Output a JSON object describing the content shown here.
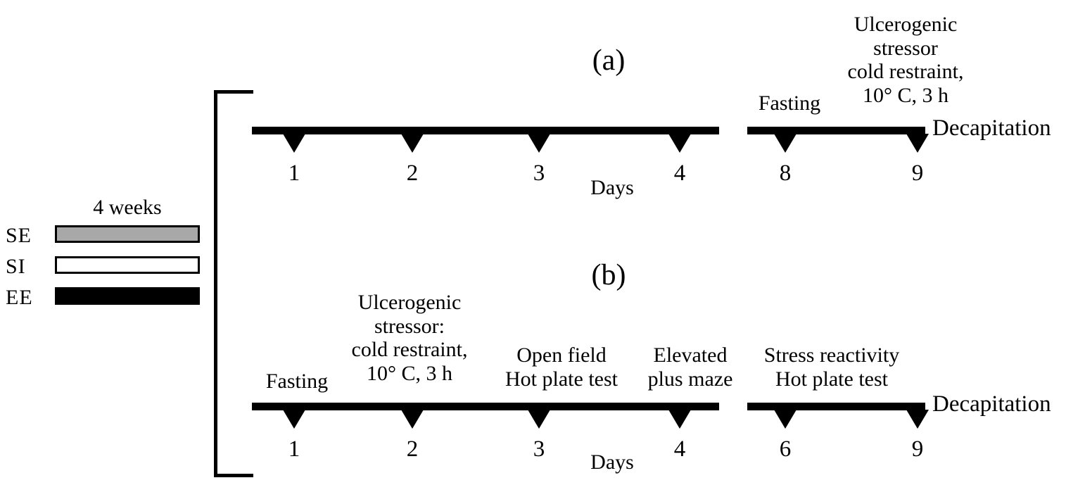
{
  "figure": {
    "panels": [
      {
        "id": "a",
        "label": "(a)",
        "axis_label": "Days",
        "endpoint_label": "Decapitation",
        "days": [
          "1",
          "2",
          "3",
          "4",
          "8",
          "9"
        ],
        "events": [
          {
            "name": "fasting",
            "text": "Fasting"
          },
          {
            "name": "ulcerogenic-stressor",
            "text": "Ulcerogenic\nstressor\ncold restraint,\n10° C, 3 h"
          }
        ]
      },
      {
        "id": "b",
        "label": "(b)",
        "axis_label": "Days",
        "endpoint_label": "Decapitation",
        "days": [
          "1",
          "2",
          "3",
          "4",
          "6",
          "9"
        ],
        "events": [
          {
            "name": "fasting",
            "text": "Fasting"
          },
          {
            "name": "ulcerogenic-stressor",
            "text": "Ulcerogenic\nstressor:\ncold restraint,\n10° C, 3 h"
          },
          {
            "name": "open-field-hot-plate",
            "text": "Open field\nHot plate test"
          },
          {
            "name": "elevated-plus-maze",
            "text": "Elevated\nplus maze"
          },
          {
            "name": "stress-reactivity-hot-plate",
            "text": "Stress reactivity\nHot plate test"
          }
        ]
      }
    ]
  },
  "legend": {
    "title": "4 weeks",
    "items": [
      {
        "label": "SE",
        "style": "gray",
        "color": "#a8a8a8"
      },
      {
        "label": "SI",
        "style": "white",
        "color": "#ffffff"
      },
      {
        "label": "EE",
        "style": "black",
        "color": "#000000"
      }
    ]
  },
  "colors": {
    "foreground": "#000000",
    "background": "#ffffff",
    "gray_bar": "#a8a8a8"
  }
}
